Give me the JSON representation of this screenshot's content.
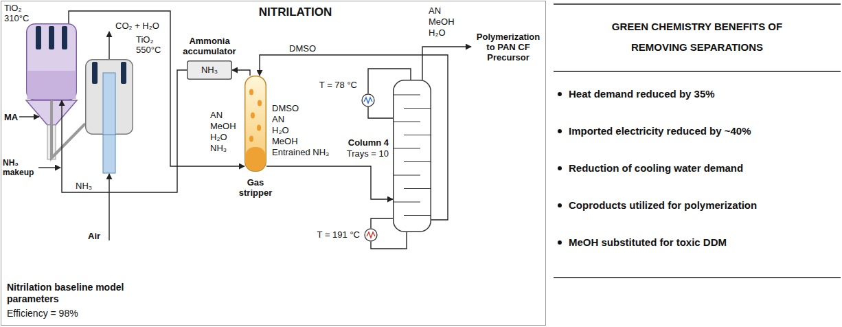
{
  "diagram": {
    "title": "NITRILATION",
    "nodes": [
      {
        "text": [
          "TiO₂ 310°C"
        ]
      },
      {
        "text": [
          "TiO₂ 550°C"
        ]
      },
      {
        "text": [
          "Ammonia accumulator",
          "NH₃"
        ]
      },
      {
        "text": [
          "Gas stripper"
        ]
      },
      {
        "text": [
          "Column 4",
          "Trays = 10"
        ]
      },
      {
        "text": [
          "T = 78 °C"
        ]
      },
      {
        "text": [
          "T = 191 °C"
        ]
      }
    ],
    "edges": [
      {
        "from": 0,
        "to": 1,
        "arrow": "none"
      },
      {
        "from": 0,
        "to": 3,
        "arrow": "to"
      },
      {
        "from": 3,
        "to": 2,
        "arrow": "to"
      },
      {
        "from": 2,
        "to": 0,
        "label": "NH₃",
        "arrow": "to"
      },
      {
        "from": 3,
        "to": 4,
        "arrow": "to"
      },
      {
        "from": 4,
        "to": 3,
        "label": "DMSO",
        "arrow": "to"
      },
      {
        "from": 4,
        "to": 5,
        "arrow": "none"
      },
      {
        "from": 5,
        "to": 4,
        "arrow": "none"
      },
      {
        "from": 4,
        "to": 6,
        "arrow": "none"
      },
      {
        "from": 6,
        "to": 4,
        "arrow": "none"
      }
    ],
    "labels": [
      "MA",
      "NH₃ makeup",
      "Air",
      "CO₂ + H₂O",
      "AN",
      "MeOH",
      "H₂O",
      "NH₃",
      "DMSO",
      "AN",
      "H₂O",
      "MeOH",
      "Entrained NH₃",
      "AN",
      "MeOH",
      "H₂O",
      "Polymerization to PAN CF Precursor",
      "Nitrilation baseline model parameters",
      "Efficiency = 98%",
      "GREEN CHEMISTRY BENEFITS OF REMOVING SEPARATIONS",
      "Heat demand reduced by 35%",
      "Imported electricity reduced by ~40%",
      "Reduction of cooling water demand",
      "Coproducts utilized for polymerization",
      "MeOH substituted for toxic DDM"
    ]
  }
}
